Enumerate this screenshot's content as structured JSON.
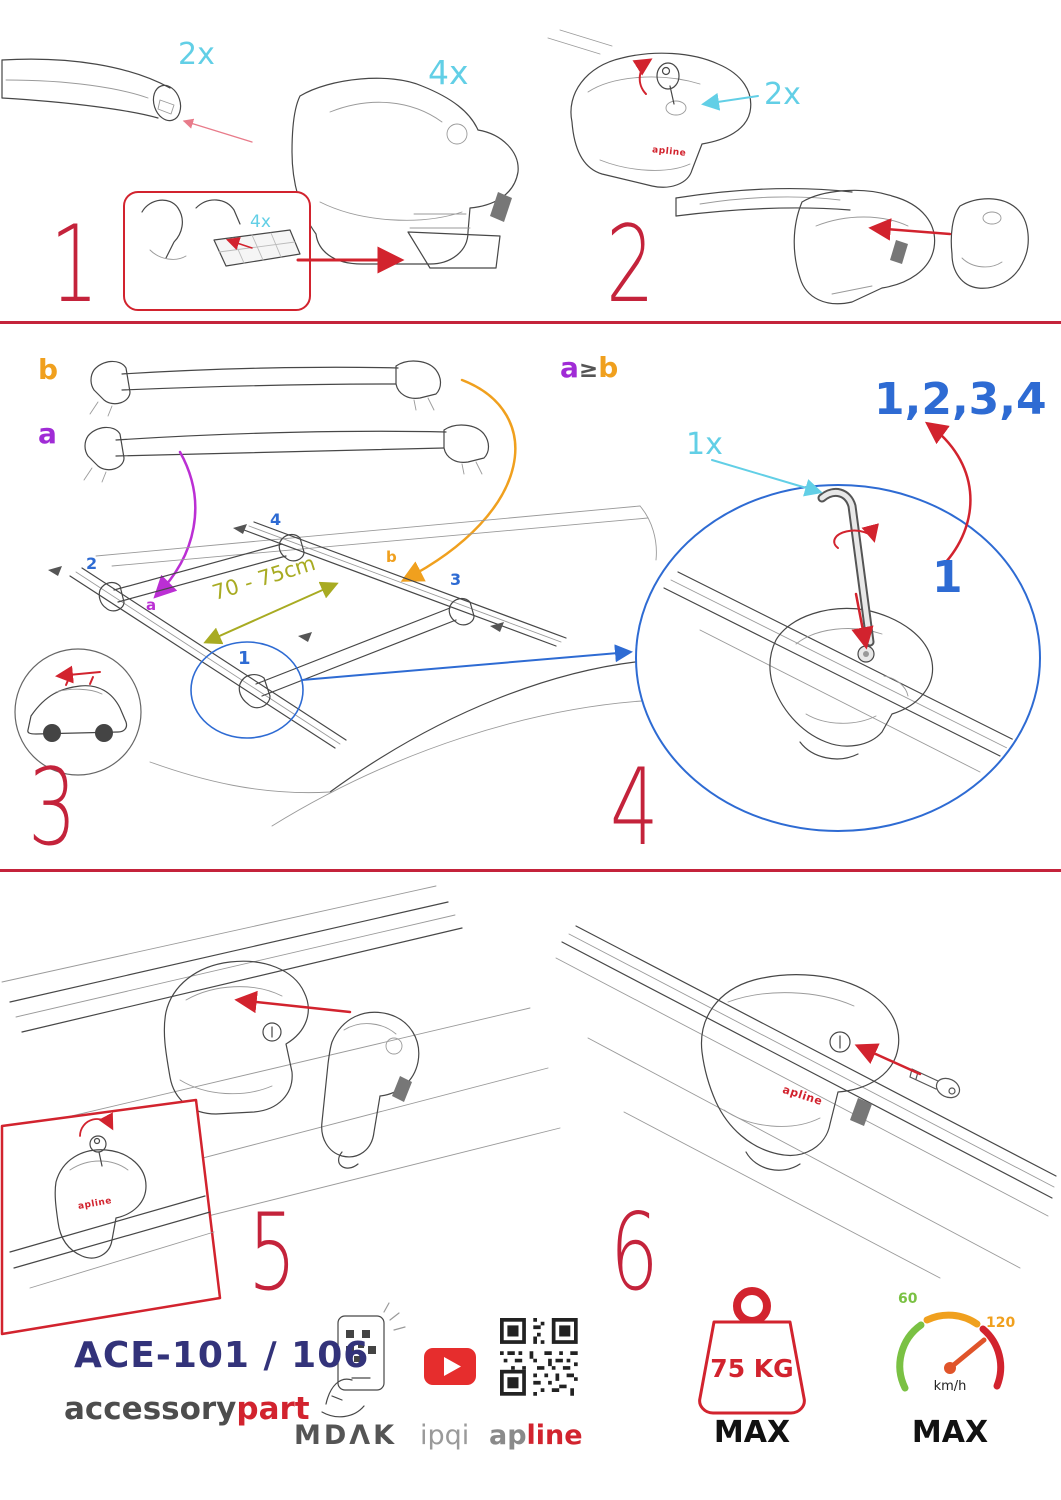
{
  "colors": {
    "accent_red": "#c4233b",
    "brand_red": "#d2232e",
    "cyan": "#62cfe6",
    "blue": "#2e6bd3",
    "orange": "#f0a01e",
    "purple": "#a02bd6",
    "magenta": "#bb2fd4",
    "olive": "#a8ab22",
    "navy": "#33337a",
    "speed_green": "#7ac143"
  },
  "step1": {
    "number": "1",
    "bar_quantity": "2x",
    "foot_quantity": "4x",
    "pad_quantity": "4x"
  },
  "step2": {
    "number": "2",
    "key_quantity": "2x",
    "part_brand": "apline"
  },
  "step3": {
    "number": "3",
    "bar_b_label": "b",
    "bar_a_label": "a",
    "compare_a": "a",
    "compare_symbol": "≥",
    "compare_b": "b",
    "distance": "70 - 75cm",
    "roof": {
      "p1": "1",
      "p2": "2",
      "p3": "3",
      "p4": "4",
      "a": "a",
      "b": "b"
    }
  },
  "step4": {
    "number": "4",
    "allen_key_quantity": "1x",
    "repeat_sequence": "1,2,3,4",
    "first_position": "1"
  },
  "step5": {
    "number": "5",
    "part_brand": "apline"
  },
  "step6": {
    "number": "6",
    "part_brand": "apline"
  },
  "footer": {
    "model": "ACE-101 / 106",
    "brand_gray": "accessory",
    "brand_red": "part",
    "mdak": "MDΛK",
    "ipqi": "ipqi",
    "apline_gray": "ap",
    "apline_red": "line",
    "max_load": "75 KG",
    "max_load_label": "MAX",
    "speed_low": "60",
    "speed_high": "120",
    "speed_unit": "km/h",
    "speed_label": "MAX"
  }
}
